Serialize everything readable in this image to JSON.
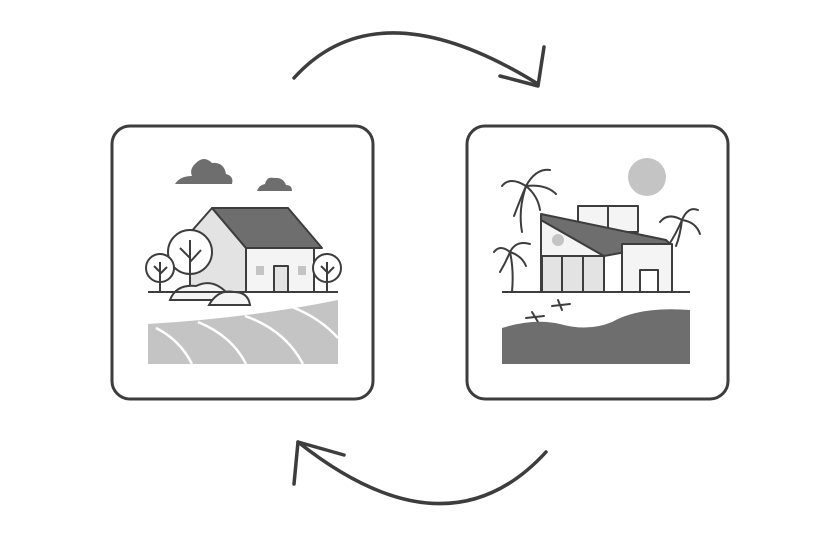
{
  "diagram": {
    "type": "cycle",
    "colors": {
      "background": "#ffffff",
      "outline": "#3d3d3d",
      "dark_fill": "#6e6e6e",
      "mid_fill": "#a9a9a9",
      "light_fill": "#c4c4c4",
      "pale_fill": "#e3e3e3",
      "white_fill": "#f4f4f4"
    },
    "nodes": [
      {
        "icon": "countryside-farmhouse-icon"
      },
      {
        "icon": "tropical-modern-villa-icon"
      }
    ],
    "arrows": [
      {
        "icon": "curved-arrow-clockwise-icon",
        "from": "countryside-farmhouse",
        "to": "tropical-modern-villa"
      },
      {
        "icon": "curved-arrow-return-icon",
        "from": "tropical-modern-villa",
        "to": "countryside-farmhouse"
      }
    ]
  }
}
